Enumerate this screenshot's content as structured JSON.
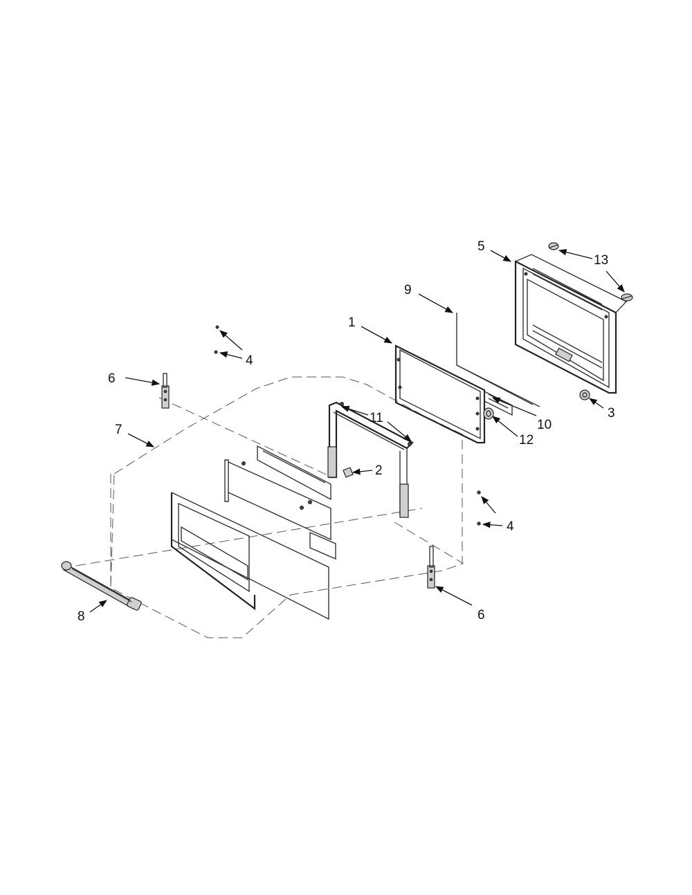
{
  "colors": {
    "line": "#333333",
    "text": "#111111",
    "background": "#ffffff"
  },
  "callouts": {
    "c1": "1",
    "c2": "2",
    "c3": "3",
    "c4a": "4",
    "c4b": "4",
    "c5": "5",
    "c6a": "6",
    "c6b": "6",
    "c7": "7",
    "c8": "8",
    "c9": "9",
    "c10": "10",
    "c11": "11",
    "c12": "12",
    "c13": "13"
  }
}
